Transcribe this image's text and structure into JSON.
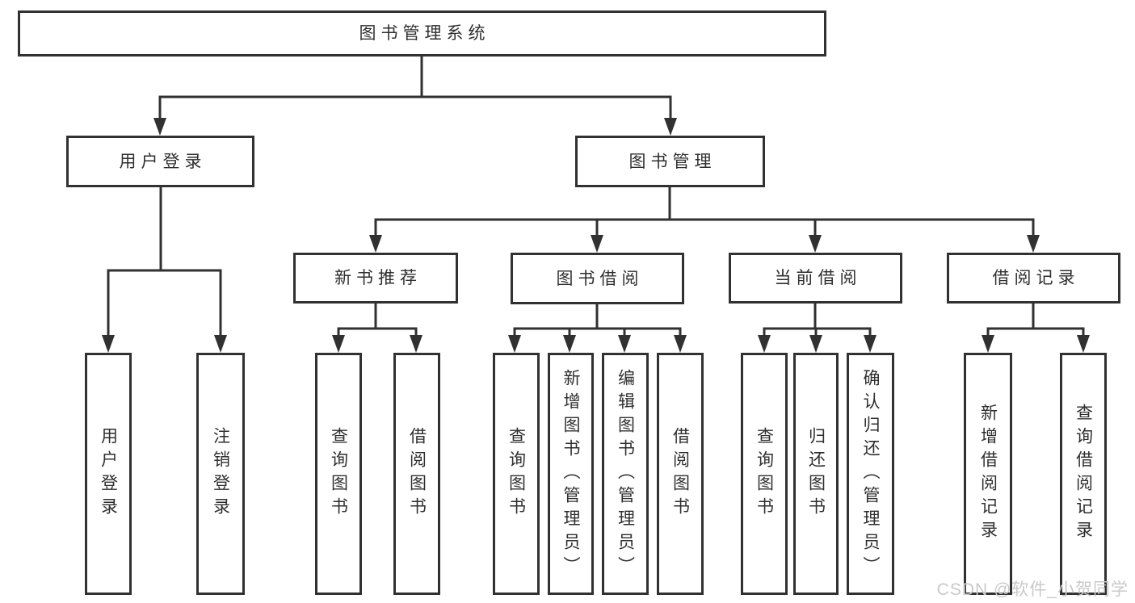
{
  "diagram": {
    "root": {
      "label": "图书管理系统"
    },
    "branches": [
      {
        "label": "用户登录",
        "children": [
          {
            "label": "用户登录"
          },
          {
            "label": "注销登录"
          }
        ]
      },
      {
        "label": "图书管理",
        "children": [
          {
            "label": "新书推荐",
            "children": [
              {
                "label": "查询图书"
              },
              {
                "label": "借阅图书"
              }
            ]
          },
          {
            "label": "图书借阅",
            "children": [
              {
                "label": "查询图书"
              },
              {
                "label": "新增图书（管理员）"
              },
              {
                "label": "编辑图书（管理员）"
              },
              {
                "label": "借阅图书"
              }
            ]
          },
          {
            "label": "当前借阅",
            "children": [
              {
                "label": "查询图书"
              },
              {
                "label": "归还图书"
              },
              {
                "label": "确认归还（管理员）"
              }
            ]
          },
          {
            "label": "借阅记录",
            "children": [
              {
                "label": "新增借阅记录"
              },
              {
                "label": "查询借阅记录"
              }
            ]
          }
        ]
      }
    ]
  },
  "watermark": {
    "text": "CSDN @软件_小贺同学"
  },
  "colors": {
    "line": "#313131",
    "text": "#2f2f2f",
    "watermark": "#c9c9c9",
    "background": "#ffffff"
  }
}
